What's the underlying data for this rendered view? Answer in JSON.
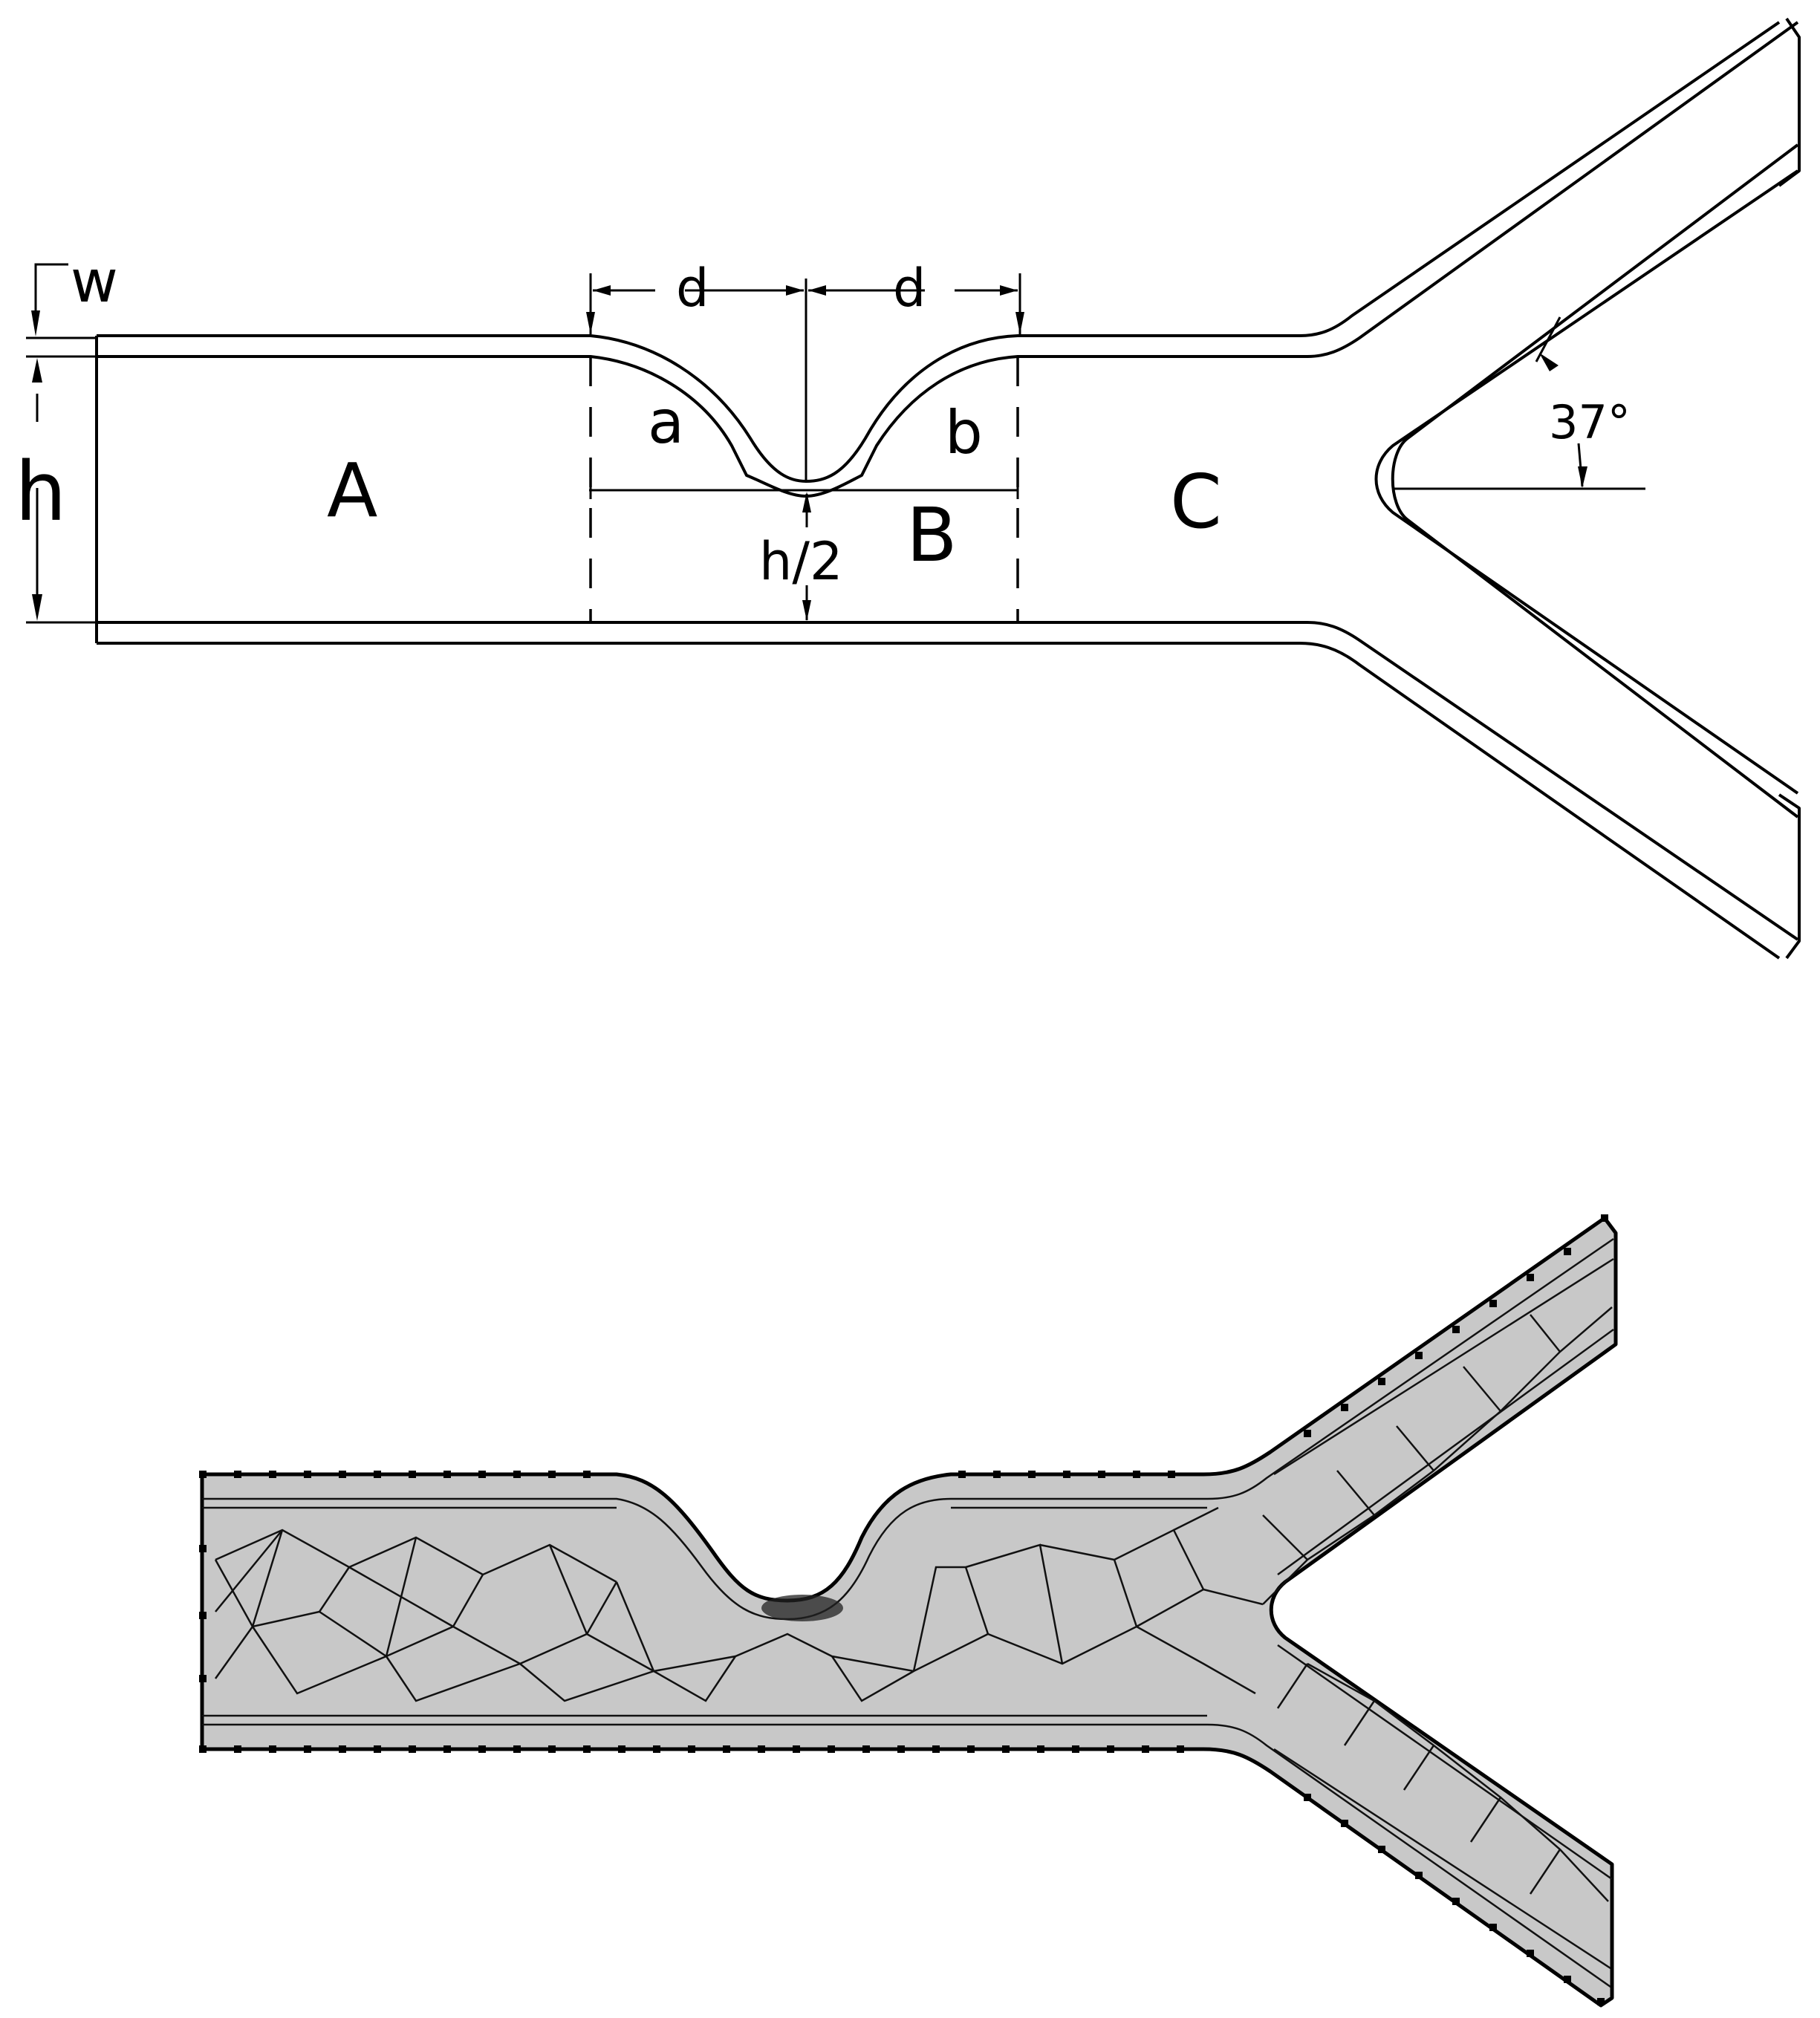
{
  "figure": {
    "top_panel": {
      "description": "Channel geometry schematic with stenosis and bifurcation",
      "labels": {
        "w": "w",
        "h": "h",
        "d_left": "d",
        "d_right": "d",
        "a": "a",
        "b": "b",
        "h_half": "h/2",
        "region_A": "A",
        "region_B": "B",
        "region_C": "C",
        "angle": "37°"
      },
      "colors": {
        "line": "#000000",
        "background": "#ffffff"
      }
    },
    "bottom_panel": {
      "description": "Finite element triangular mesh of the channel domain",
      "colors": {
        "fill": "#c8c8c8",
        "edges": "#000000"
      }
    }
  }
}
